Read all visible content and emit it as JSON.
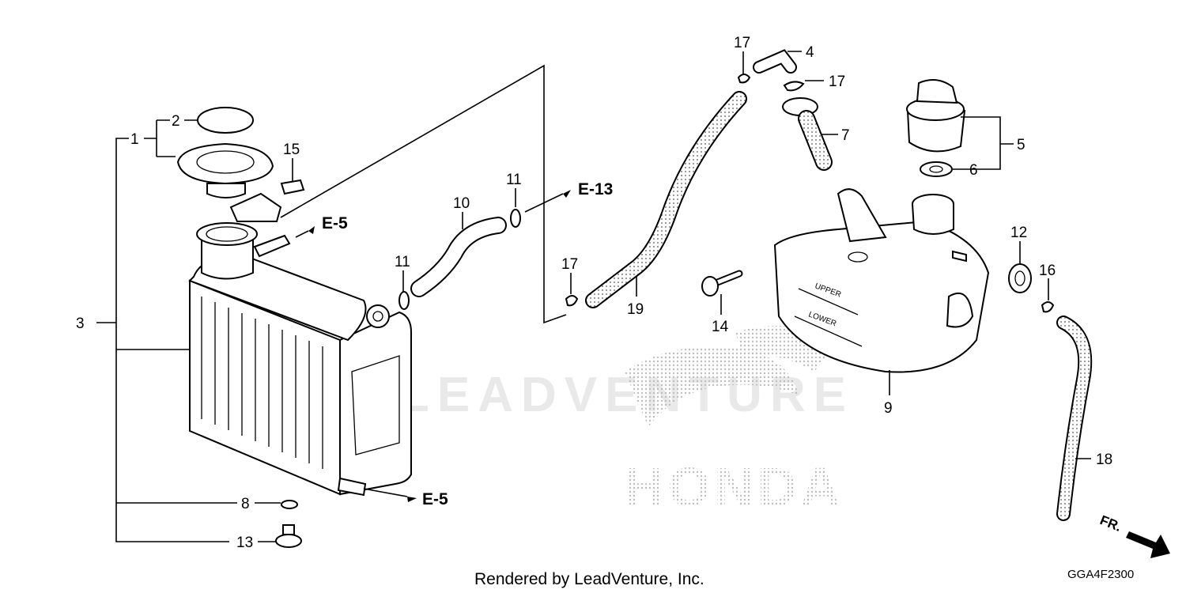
{
  "watermark": {
    "text": "LEADVENTURE",
    "logo": "HONDA"
  },
  "callouts": [
    {
      "id": "c1",
      "label": "1"
    },
    {
      "id": "c2",
      "label": "2"
    },
    {
      "id": "c3",
      "label": "3"
    },
    {
      "id": "c4",
      "label": "4"
    },
    {
      "id": "c5",
      "label": "5"
    },
    {
      "id": "c6",
      "label": "6"
    },
    {
      "id": "c7",
      "label": "7"
    },
    {
      "id": "c8",
      "label": "8"
    },
    {
      "id": "c9",
      "label": "9"
    },
    {
      "id": "c10",
      "label": "10"
    },
    {
      "id": "c11a",
      "label": "11"
    },
    {
      "id": "c11b",
      "label": "11"
    },
    {
      "id": "c12",
      "label": "12"
    },
    {
      "id": "c13",
      "label": "13"
    },
    {
      "id": "c14",
      "label": "14"
    },
    {
      "id": "c15",
      "label": "15"
    },
    {
      "id": "c16",
      "label": "16"
    },
    {
      "id": "c17a",
      "label": "17"
    },
    {
      "id": "c17b",
      "label": "17"
    },
    {
      "id": "c17c",
      "label": "17"
    },
    {
      "id": "c18",
      "label": "18"
    },
    {
      "id": "c19",
      "label": "19"
    }
  ],
  "references": {
    "e5_top": "E-5",
    "e5_bottom": "E-5",
    "e13": "E-13"
  },
  "tank_marks": {
    "upper": "UPPER",
    "lower": "LOWER"
  },
  "direction": "FR.",
  "footer": {
    "credit": "Rendered by LeadVenture, Inc.",
    "code": "GGA4F2300"
  }
}
